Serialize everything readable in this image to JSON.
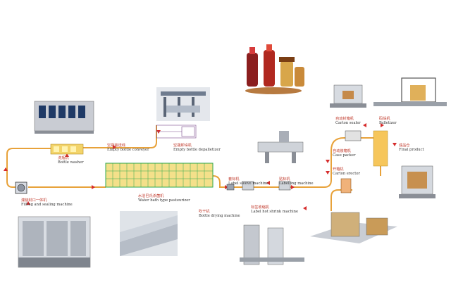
{
  "stations": {
    "bottle_washer": {
      "zh": "洗瓶机",
      "en": "Bottle washer"
    },
    "empty_bottle_conveyor": {
      "zh": "空瓶输送线",
      "en": "Empty bottle conveyor"
    },
    "empty_bottle_depalletizer": {
      "zh": "空瓶卸垛机",
      "en": "Empty bottle depalletizer"
    },
    "filling_sealing": {
      "zh": "灌装封口一体机",
      "en": "Filling and sealing machine"
    },
    "water_bath_pasteurizer": {
      "zh": "水浴巴氏杀菌机",
      "en": "Water bath type pasteurizer"
    },
    "bottle_drying": {
      "zh": "吹干机",
      "en": "Bottle drying machine"
    },
    "label_sleeve": {
      "zh": "套标机",
      "en": "Label sleeve machine"
    },
    "label_hot_shrink": {
      "zh": "标签收缩机",
      "en": "Label hot shrink machine"
    },
    "labelling": {
      "zh": "贴标机",
      "en": "Labelling machine"
    },
    "carton_sealer": {
      "zh": "自动封箱机",
      "en": "Carton sealer"
    },
    "palletizer": {
      "zh": "码垛机",
      "en": "Palletizer"
    },
    "case_packer": {
      "zh": "自动装箱机",
      "en": "Case packer"
    },
    "final_product": {
      "zh": "成品仓",
      "en": "Final product"
    },
    "carton_erector": {
      "zh": "开箱机",
      "en": "Carton erector"
    }
  },
  "colors": {
    "conveyor": "#e8a23a",
    "arrow": "#d62c2c",
    "pasteurizer_fill": "#f4e08a",
    "pasteurizer_grid": "#2fa84f",
    "machine_grey": "#b9bcc2"
  }
}
